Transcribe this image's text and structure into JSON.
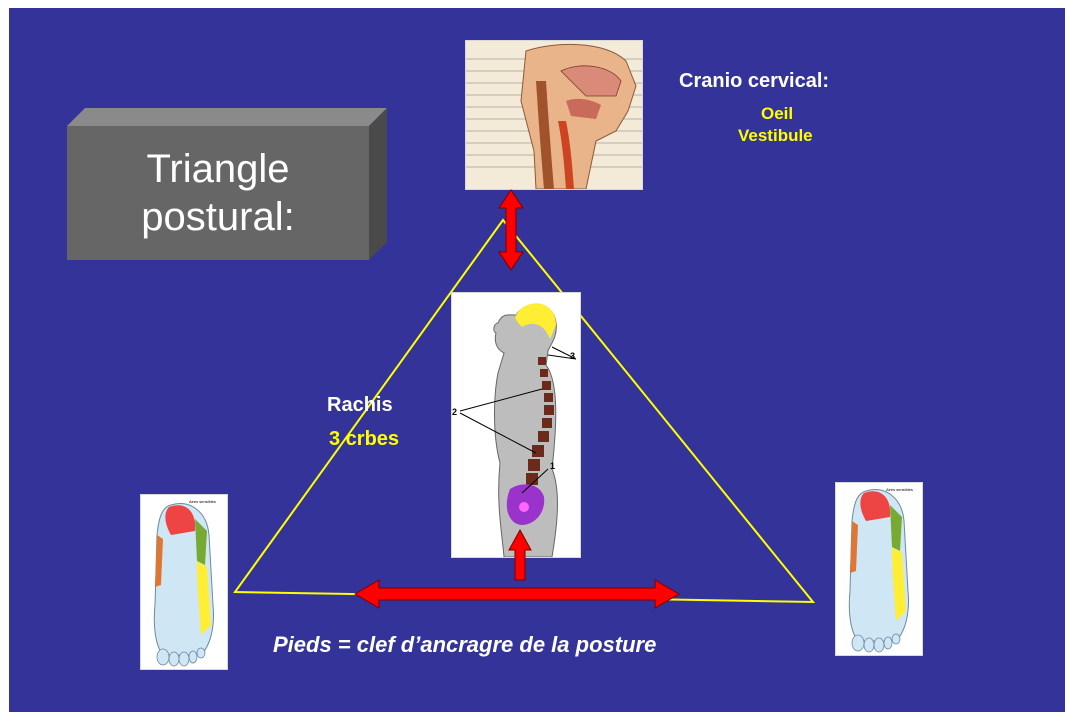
{
  "title_box": {
    "line1": "Triangle",
    "line2": "postural:"
  },
  "cranio": {
    "heading": "Cranio  cervical:",
    "item1": "Oeil",
    "item2": "Vestibule"
  },
  "rachis": {
    "heading": "Rachis",
    "sub": "3 crbes"
  },
  "spine_figure": {
    "label_1": "1",
    "label_2": "2",
    "label_3": "3"
  },
  "foot_figure": {
    "caption": "Aires sensibles"
  },
  "footer": {
    "text": "Pieds = clef d’ancragre de la posture"
  },
  "colors": {
    "background": "#333399",
    "arrow": "#ff0000",
    "triangle": "#ffff00",
    "box": "#666666"
  }
}
